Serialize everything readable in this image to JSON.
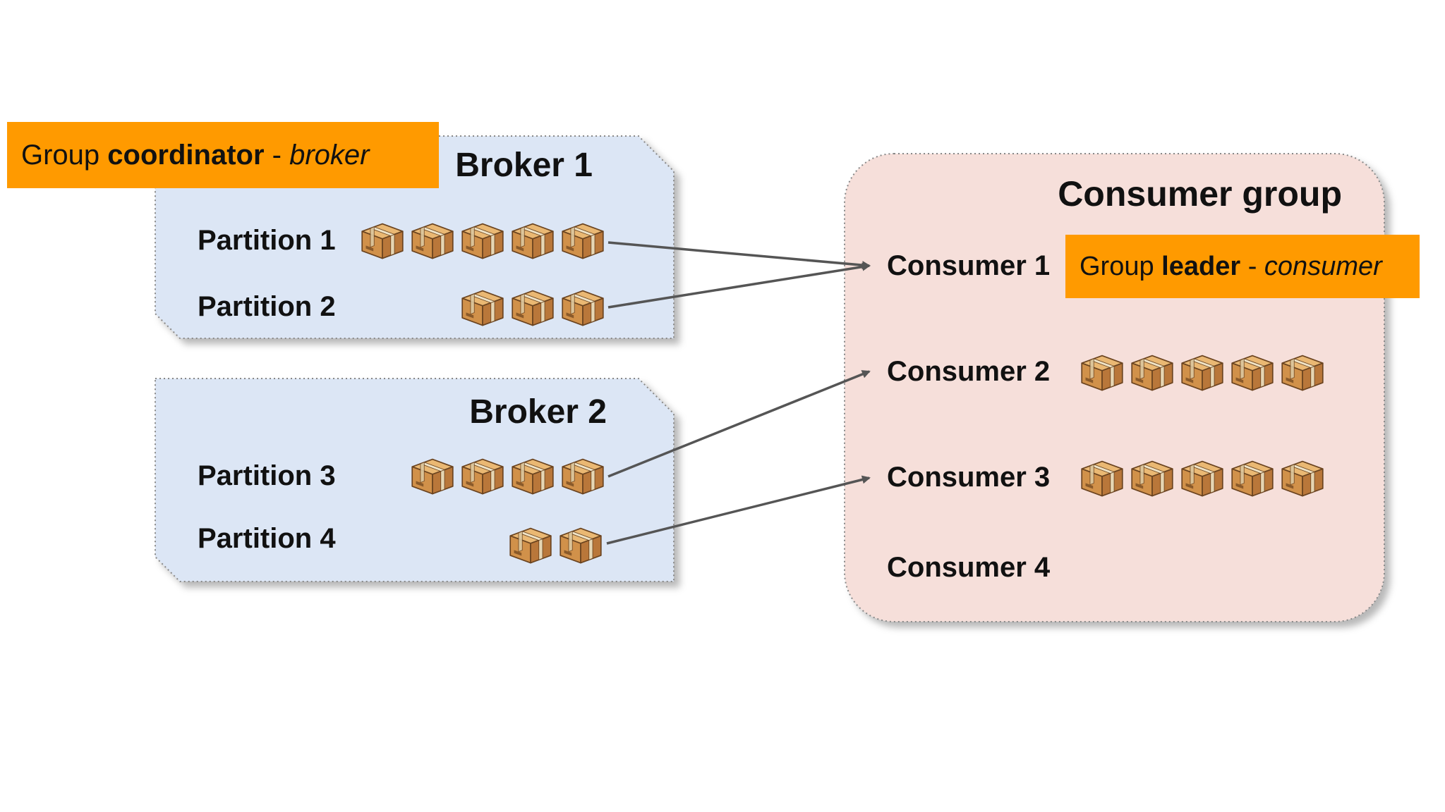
{
  "brokers": [
    {
      "title": "Broker 1",
      "partitions": [
        {
          "label": "Partition 1",
          "messages": 5
        },
        {
          "label": "Partition 2",
          "messages": 3
        }
      ]
    },
    {
      "title": "Broker 2",
      "partitions": [
        {
          "label": "Partition 3",
          "messages": 4
        },
        {
          "label": "Partition 4",
          "messages": 2
        }
      ]
    }
  ],
  "coordinator_tag": {
    "prefix": "Group ",
    "role": "coordinator",
    "separator": " - ",
    "kind": "broker"
  },
  "consumer_group": {
    "title": "Consumer group",
    "consumers": [
      {
        "label": "Consumer 1",
        "messages": 0
      },
      {
        "label": "Consumer 2",
        "messages": 5
      },
      {
        "label": "Consumer 3",
        "messages": 5
      },
      {
        "label": "Consumer 4",
        "messages": 0
      }
    ]
  },
  "leader_tag": {
    "prefix": "Group ",
    "role": "leader",
    "separator": " - ",
    "kind": "consumer"
  },
  "assignments": [
    {
      "partition": "Partition 1",
      "consumer": "Consumer 1"
    },
    {
      "partition": "Partition 2",
      "consumer": "Consumer 1"
    },
    {
      "partition": "Partition 3",
      "consumer": "Consumer 2"
    },
    {
      "partition": "Partition 4",
      "consumer": "Consumer 3"
    }
  ],
  "colors": {
    "broker_fill": "#dce6f5",
    "consumer_group_fill": "#f6dfda",
    "tag_fill": "#ff9a00",
    "arrow": "#555555",
    "box_fill": "#d99a52",
    "box_tape": "#e8d9b8"
  },
  "icons": {
    "message": "package-box-icon"
  }
}
